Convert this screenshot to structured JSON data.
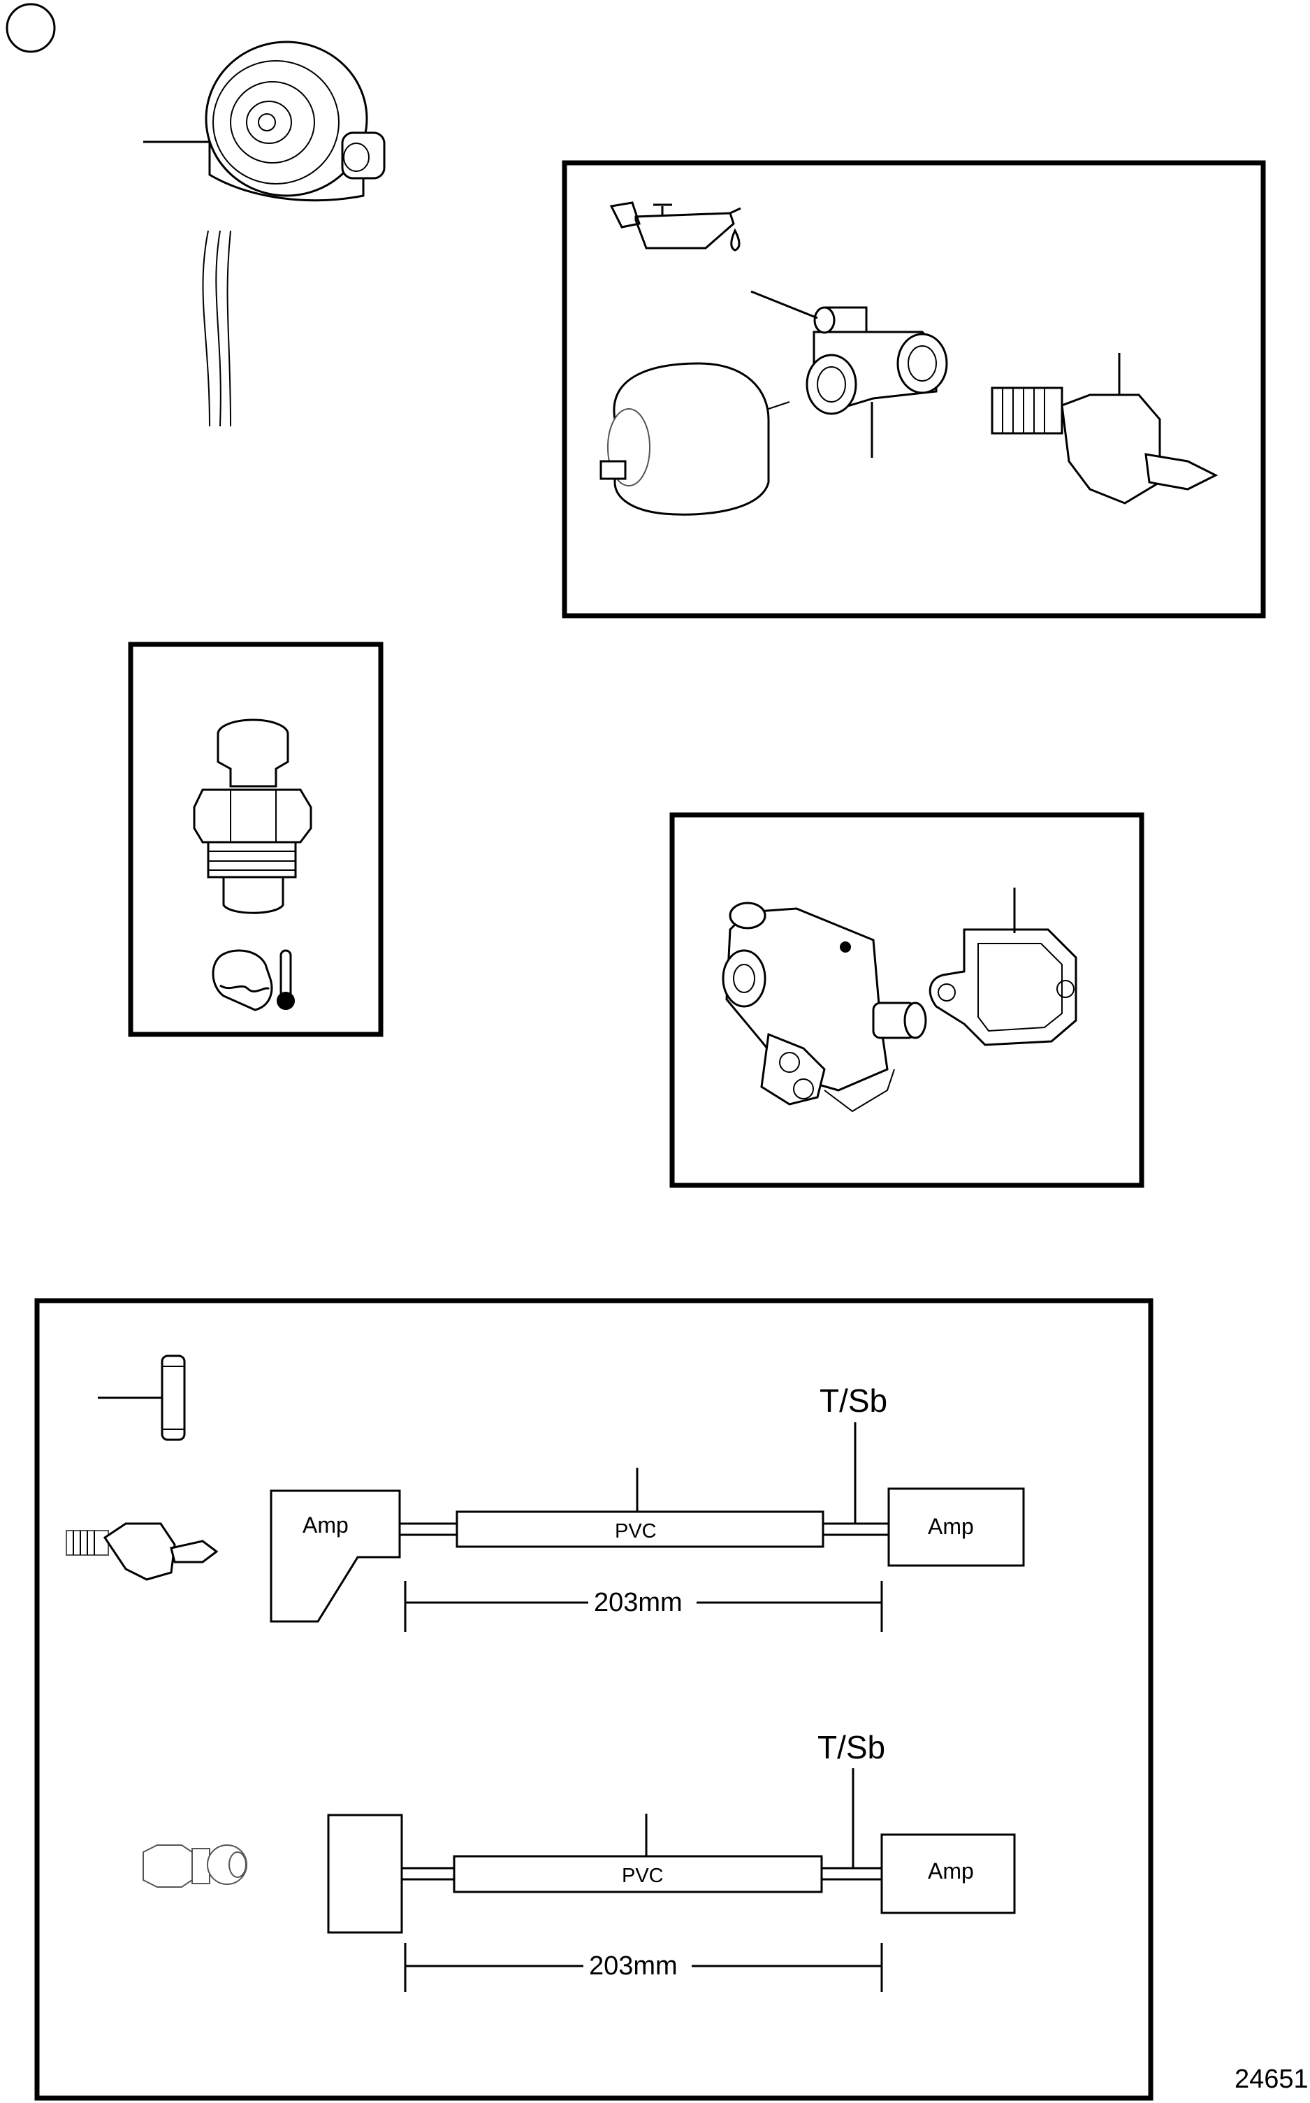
{
  "diagram_id": "24651",
  "cable_a": {
    "left_label": "Amp",
    "sleeve_label": "PVC",
    "right_label": "Amp",
    "tap_label": "T/Sb",
    "length_label": "203mm"
  },
  "cable_b": {
    "sleeve_label": "PVC",
    "right_label": "Amp",
    "tap_label": "T/Sb",
    "length_label": "203mm"
  }
}
